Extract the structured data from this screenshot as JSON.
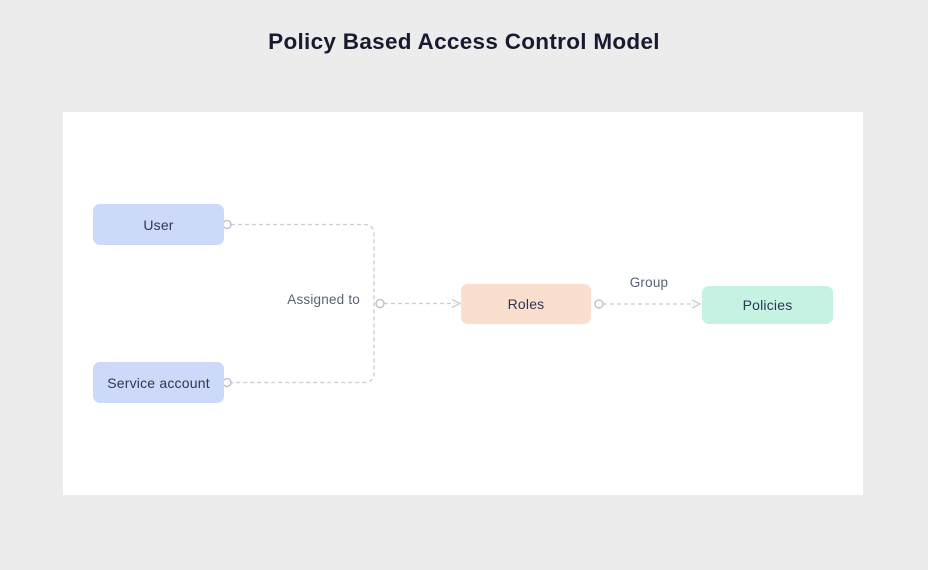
{
  "title": "Policy Based Access Control Model",
  "colors": {
    "page_bg": "#ececec",
    "canvas_bg": "#ffffff",
    "title_text": "#181a2f",
    "node_text": "#2f3456",
    "edge_line": "#c9ccd6",
    "edge_label": "#596175",
    "port_stroke": "#b7bbc7",
    "user_fill": "#cdd9f9",
    "service_account_fill": "#cdd9f9",
    "roles_fill": "#fadfce",
    "policies_fill": "#c5f2e3"
  },
  "nodes": {
    "user": {
      "label": "User"
    },
    "service_account": {
      "label": "Service account"
    },
    "roles": {
      "label": "Roles"
    },
    "policies": {
      "label": "Policies"
    }
  },
  "edge_labels": {
    "assigned_to": "Assigned to",
    "group": "Group"
  }
}
